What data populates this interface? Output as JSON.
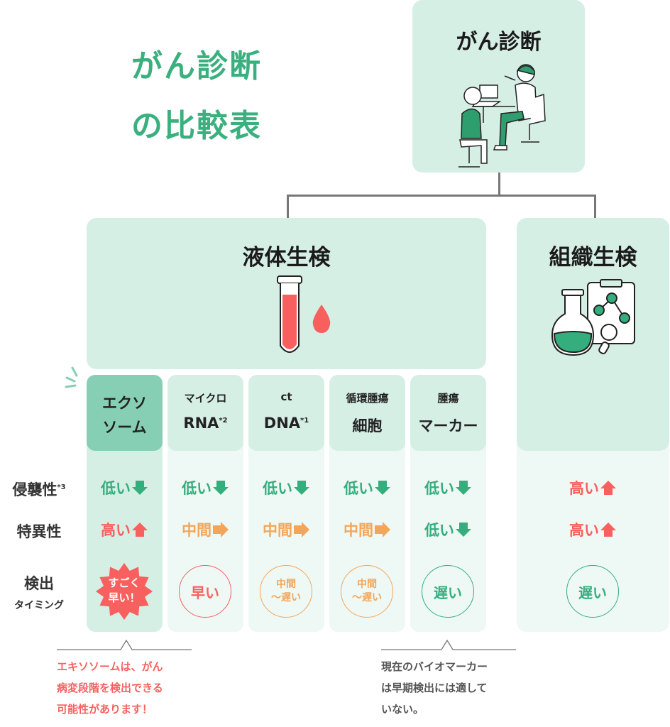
{
  "title": {
    "line1": "がん診断",
    "line2": "の比較表"
  },
  "top_box": {
    "title": "がん診断",
    "illustration": "doctor-consultation-illustration"
  },
  "liquid_biopsy": {
    "title": "液体生検",
    "icon": "test-tube-blood-icon"
  },
  "tissue_biopsy": {
    "title": "組織生検",
    "icon": "lab-flask-clipboard-icon",
    "invasiveness": {
      "text": "高い",
      "level": "high"
    },
    "specificity": {
      "text": "高い",
      "level": "high"
    },
    "timing": {
      "text": "遅い",
      "level": "late"
    }
  },
  "row_labels": {
    "invasiveness": "侵襲性",
    "invasiveness_note": "*3",
    "specificity": "特異性",
    "timing_1": "検出",
    "timing_2": "タイミング"
  },
  "columns": [
    {
      "line1": "エクソ",
      "line2": "ソーム",
      "sup": "",
      "highlight": true,
      "invasiveness": {
        "text": "低い",
        "level": "low"
      },
      "specificity": {
        "text": "高い",
        "level": "high"
      },
      "timing": {
        "text1": "すごく",
        "text2": "早い！",
        "level": "very-early"
      }
    },
    {
      "line1": "マイクロ",
      "line2": "RNA",
      "sup": "*2",
      "highlight": false,
      "invasiveness": {
        "text": "低い",
        "level": "low"
      },
      "specificity": {
        "text": "中間",
        "level": "mid"
      },
      "timing": {
        "text1": "早い",
        "text2": "",
        "level": "early"
      }
    },
    {
      "line1": "ct",
      "line2": "DNA",
      "sup": "*1",
      "highlight": false,
      "invasiveness": {
        "text": "低い",
        "level": "low"
      },
      "specificity": {
        "text": "中間",
        "level": "mid"
      },
      "timing": {
        "text1": "中間",
        "text2": "～遅い",
        "level": "mid"
      }
    },
    {
      "line1": "循環腫瘍",
      "line2": "細胞",
      "sup": "",
      "highlight": false,
      "invasiveness": {
        "text": "低い",
        "level": "low"
      },
      "specificity": {
        "text": "中間",
        "level": "mid"
      },
      "timing": {
        "text1": "中間",
        "text2": "～遅い",
        "level": "mid"
      }
    },
    {
      "line1": "腫瘍",
      "line2": "マーカー",
      "sup": "",
      "highlight": false,
      "invasiveness": {
        "text": "低い",
        "level": "low"
      },
      "specificity": {
        "text": "低い",
        "level": "low"
      },
      "timing": {
        "text1": "遅い",
        "text2": "",
        "level": "late"
      }
    }
  ],
  "notes": {
    "exosome": [
      "エキソソームは、がん",
      "病変段階を検出できる",
      "可能性があります！"
    ],
    "marker": [
      "現在のバイオマーカー",
      "は早期検出には適して",
      "いない。"
    ]
  },
  "colors": {
    "green": "#35ae7e",
    "red": "#f8605f",
    "orange": "#f3a65a",
    "mint": "#d6efe5",
    "mint_light": "#eef8f4",
    "mint_dark": "#86cfb5",
    "gray": "#555555"
  }
}
